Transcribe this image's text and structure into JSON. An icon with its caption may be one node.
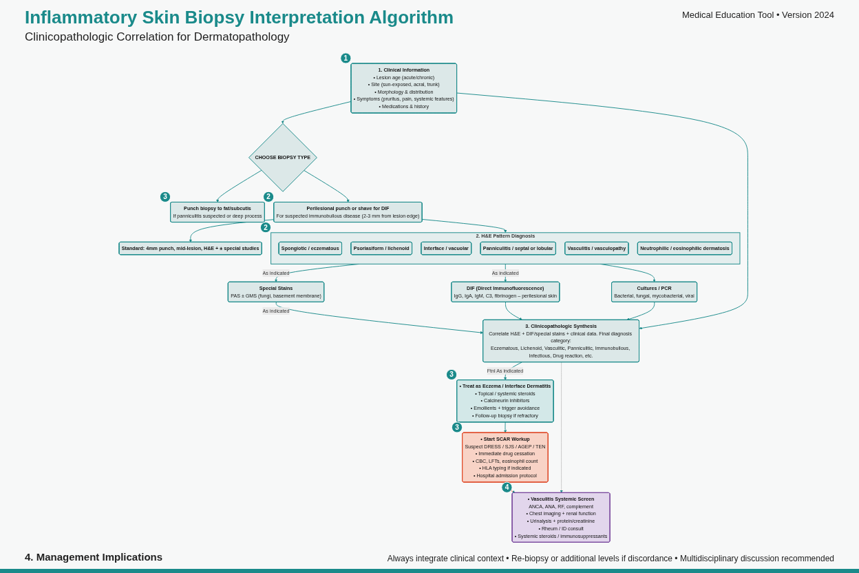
{
  "diagram": {
    "title": "Inflammatory Skin Biopsy Interpretation Algorithm",
    "nodes": [
      {
        "text": [
          "1. Clinical Information",
          "• Lesion age (acute/chronic)",
          "• Site (sun-exposed, acral, trunk)",
          "• Morphology & distribution",
          "• Symptoms (pruritus, pain, systemic features)",
          "• Medications & history"
        ],
        "beside": [
          "1"
        ]
      },
      {
        "text": [
          "CHOOSE BIOPSY TYPE"
        ]
      },
      {
        "text": [
          "Punch biopsy to fat/subcutis",
          "If panniculitis suspected or deep process"
        ],
        "beside": [
          "3"
        ]
      },
      {
        "text": [
          "Perilesional punch or shave for DIF",
          "For suspected immunobullous disease (2-3 mm from lesion edge)"
        ],
        "beside": [
          "2"
        ]
      },
      {
        "text": [
          "Standard: 4mm punch, mid-lesion, H&E + ± special studies"
        ]
      },
      {
        "text": [
          "2. H&E Pattern Diagnosis"
        ],
        "beside": [
          "2"
        ]
      },
      {
        "text": [
          "Spongiotic / eczematous"
        ],
        "in": 5
      },
      {
        "text": [
          "Psoriasiform / lichenoid"
        ],
        "in": 5
      },
      {
        "text": [
          "Interface / vacuolar"
        ],
        "in": 5
      },
      {
        "text": [
          "Panniculitis / septal or lobular"
        ],
        "in": 5
      },
      {
        "text": [
          "Vasculitis / vasculopathy"
        ],
        "in": 5
      },
      {
        "text": [
          "Neutrophilic / eosinophilic dermatosis"
        ],
        "in": 5
      },
      {
        "text": [
          "Special Stains",
          "PAS ± GMS (fungi, basement membrane)"
        ]
      },
      {
        "text": [
          "DIF (Direct Immunofluorescence)",
          "IgG, IgA, IgM, C3, fibrinogen – perilesional skin"
        ]
      },
      {
        "text": [
          "Cultures / PCR",
          "Bacterial, fungal, mycobacterial, viral"
        ]
      },
      {
        "text": [
          "3. Clinicopathologic Synthesis",
          "Correlate H&E + DIF/special stains + clinical data. Final diagnosis category:",
          "Eczematous, Lichenoid, Vasculitic, Panniculitic, Immunobullous, Infectious, Drug reaction, etc."
        ]
      },
      {
        "text": [
          "• Treat as Eczema / Interface Dermatitis",
          "• Topical / systemic steroids",
          "• Calcineurin inhibitors",
          "• Emollients + trigger avoidance",
          "• Follow-up biopsy if refractory"
        ],
        "beside": [
          "3"
        ]
      },
      {
        "text": [
          "• Start SCAR Workup",
          "Suspect DRESS / SJS / AGEP / TEN",
          "• Immediate drug cessation",
          "• CBC, LFTs, eosinophil count",
          "• HLA typing if indicated",
          "• Hospital admission protocol"
        ],
        "beside": [
          "3"
        ]
      },
      {
        "text": [
          "• Vasculitis Systemic Screen",
          "ANCA, ANA, RF, complement",
          "• Chest imaging + renal function",
          "• Urinalysis + protein/creatinine",
          "• Rheum / ID consult",
          "• Systemic steroids / immunosuppressants"
        ],
        "beside": [
          "4"
        ]
      }
    ],
    "edges": [
      {
        "from": 0,
        "to": 1,
        "arrow": "to"
      },
      {
        "from": 1,
        "to": 2,
        "arrow": "to"
      },
      {
        "from": 1,
        "to": 3,
        "arrow": "to"
      },
      {
        "from": 3,
        "to": 4,
        "arrow": "to"
      },
      {
        "from": 3,
        "to": 5,
        "arrow": "to"
      },
      {
        "from": 0,
        "to": 15,
        "arrow": "to"
      },
      {
        "from": 5,
        "to": 12,
        "arrow": "to",
        "label": "As indicated"
      },
      {
        "from": 5,
        "to": 13,
        "arrow": "to",
        "label": "As indicated"
      },
      {
        "from": 5,
        "to": 14,
        "arrow": "to"
      },
      {
        "from": 12,
        "to": 15,
        "arrow": "to",
        "label": "As indicated"
      },
      {
        "from": 13,
        "to": 15,
        "arrow": "to"
      },
      {
        "from": 14,
        "to": 15,
        "arrow": "to"
      },
      {
        "from": 15,
        "to": 16,
        "arrow": "to",
        "label": "Ftnl As indicated"
      },
      {
        "from": 15,
        "to": 18,
        "arrow": "to",
        "color": "#c8c8c8"
      },
      {
        "from": 16,
        "to": 17,
        "arrow": "to"
      },
      {
        "from": 17,
        "to": 18,
        "arrow": "to",
        "color": "#e04a2a"
      }
    ],
    "labels": [
      "Clinicopathologic Correlation for Dermatopathology",
      "Medical Education Tool • Version 2024",
      "4. Management Implications",
      "Always integrate clinical context • Re-biopsy or additional levels if discordance • Multidisciplinary discussion recommended"
    ]
  }
}
